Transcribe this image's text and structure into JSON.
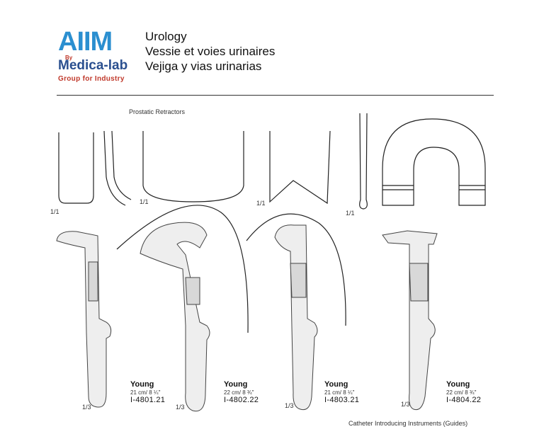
{
  "logo": {
    "main": "AIIM",
    "by": "By",
    "sub": "Medica-lab",
    "tagline": "Group for Industry"
  },
  "titles": [
    "Urology",
    "Vessie et voies urinaires",
    "Vejiga y vias urinarias"
  ],
  "section_label": "Prostatic Retractors",
  "profile_scales": [
    "1/1",
    "1/1",
    "1/1",
    "1/1"
  ],
  "instruments": [
    {
      "name": "Young",
      "size": "21 cm/ 8 ¼\"",
      "code": "I-4801.21",
      "scale": "1/3"
    },
    {
      "name": "Young",
      "size": "22 cm/ 8 ¾\"",
      "code": "I-4802.22",
      "scale": "1/3"
    },
    {
      "name": "Young",
      "size": "21 cm/ 8 ¼\"",
      "code": "I-4803.21",
      "scale": "1/3"
    },
    {
      "name": "Young",
      "size": "22 cm/ 8 ¾\"",
      "code": "I-4804.22",
      "scale": "1/3"
    }
  ],
  "footer": "Catheter Introducing Instruments (Guides)"
}
